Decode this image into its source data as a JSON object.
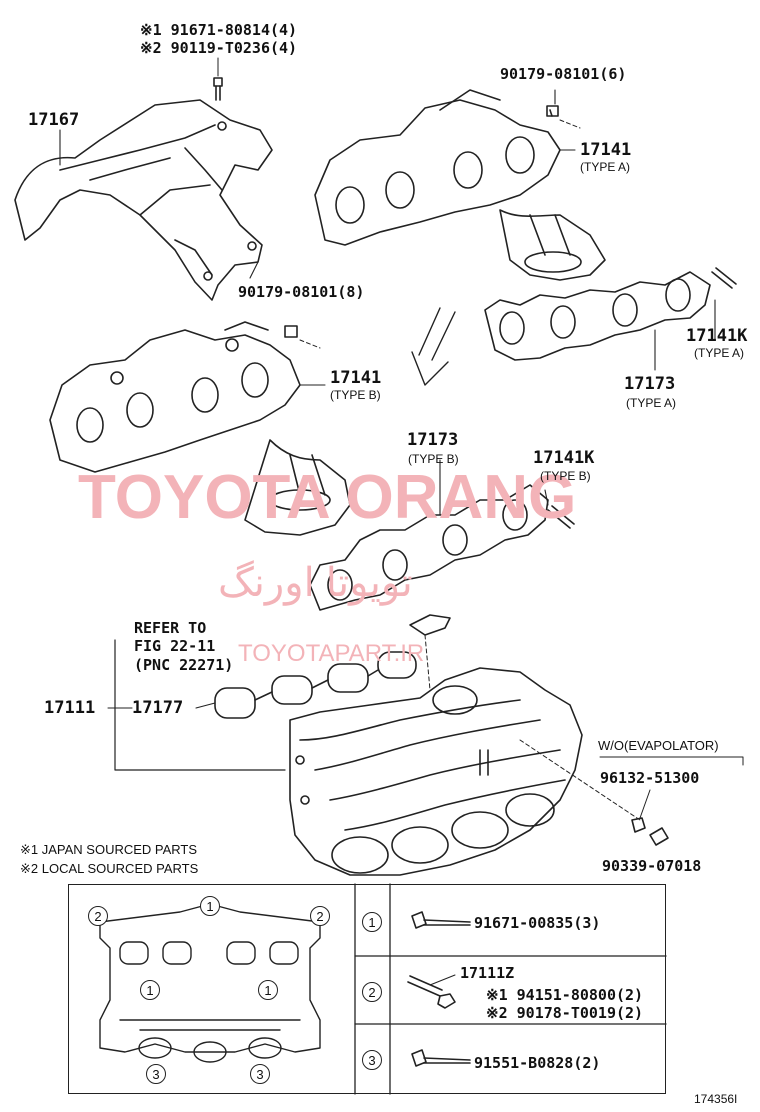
{
  "top_bolt": {
    "line1": "※1 91671-80814(4)",
    "line2": "※2 90119-T0236(4)"
  },
  "heat_insulator": "17167",
  "nut_type_a": "90179-08101(6)",
  "manifold_a": {
    "part": "17141",
    "type": "(TYPE A)"
  },
  "nut_type_b": "90179-08101(8)",
  "stud_a": {
    "part": "17141K",
    "type": "(TYPE A)"
  },
  "gasket_a": {
    "part": "17173",
    "type": "(TYPE A)"
  },
  "manifold_b": {
    "part": "17141",
    "type": "(TYPE B)"
  },
  "gasket_b": {
    "part": "17173",
    "type": "(TYPE B)"
  },
  "stud_b": {
    "part": "17141K",
    "type": "(TYPE B)"
  },
  "refer": {
    "line1": "REFER TO",
    "line2": "FIG 22-11",
    "line3": "(PNC 22271)"
  },
  "intake_manifold": "17111",
  "intake_gasket": "17177",
  "evap_note": "W/O(EVAPOLATOR)",
  "evap_part1": "96132-51300",
  "evap_part2": "90339-07018",
  "notes": {
    "n1": "※1 JAPAN SOURCED PARTS",
    "n2": "※2 LOCAL SOURCED PARTS"
  },
  "watermark": {
    "main": "TOYOTA ORANG",
    "fa": "تویوتا اورنگ",
    "url": "TOYOTAPART.IR"
  },
  "inset": {
    "row1": {
      "num": "1",
      "part": "91671-00835(3)"
    },
    "row2": {
      "num": "2",
      "bracket": "17111Z",
      "a": "※1 94151-80800(2)",
      "b": "※2 90178-T0019(2)"
    },
    "row3": {
      "num": "3",
      "part": "91551-B0828(2)"
    },
    "callout_1": "1",
    "callout_2": "2",
    "callout_3": "3"
  },
  "figure_id": "174356I"
}
